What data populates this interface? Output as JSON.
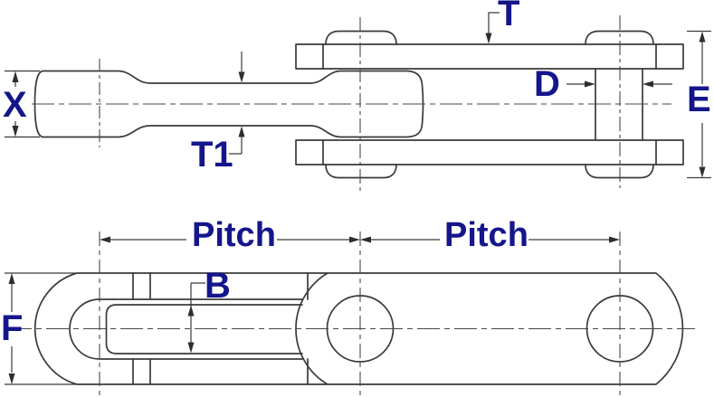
{
  "drawing": {
    "kind": "chain-link-dimension-diagram",
    "views": [
      "side-elevation",
      "plan-view"
    ]
  },
  "labels": {
    "x": "X",
    "t1": "T1",
    "t": "T",
    "d": "D",
    "e": "E",
    "b": "B",
    "f": "F",
    "pitch_left": "Pitch",
    "pitch_right": "Pitch"
  },
  "colors": {
    "label_text": "#15158c",
    "line_work": "#3a3a3a",
    "background": "#ffffff"
  }
}
